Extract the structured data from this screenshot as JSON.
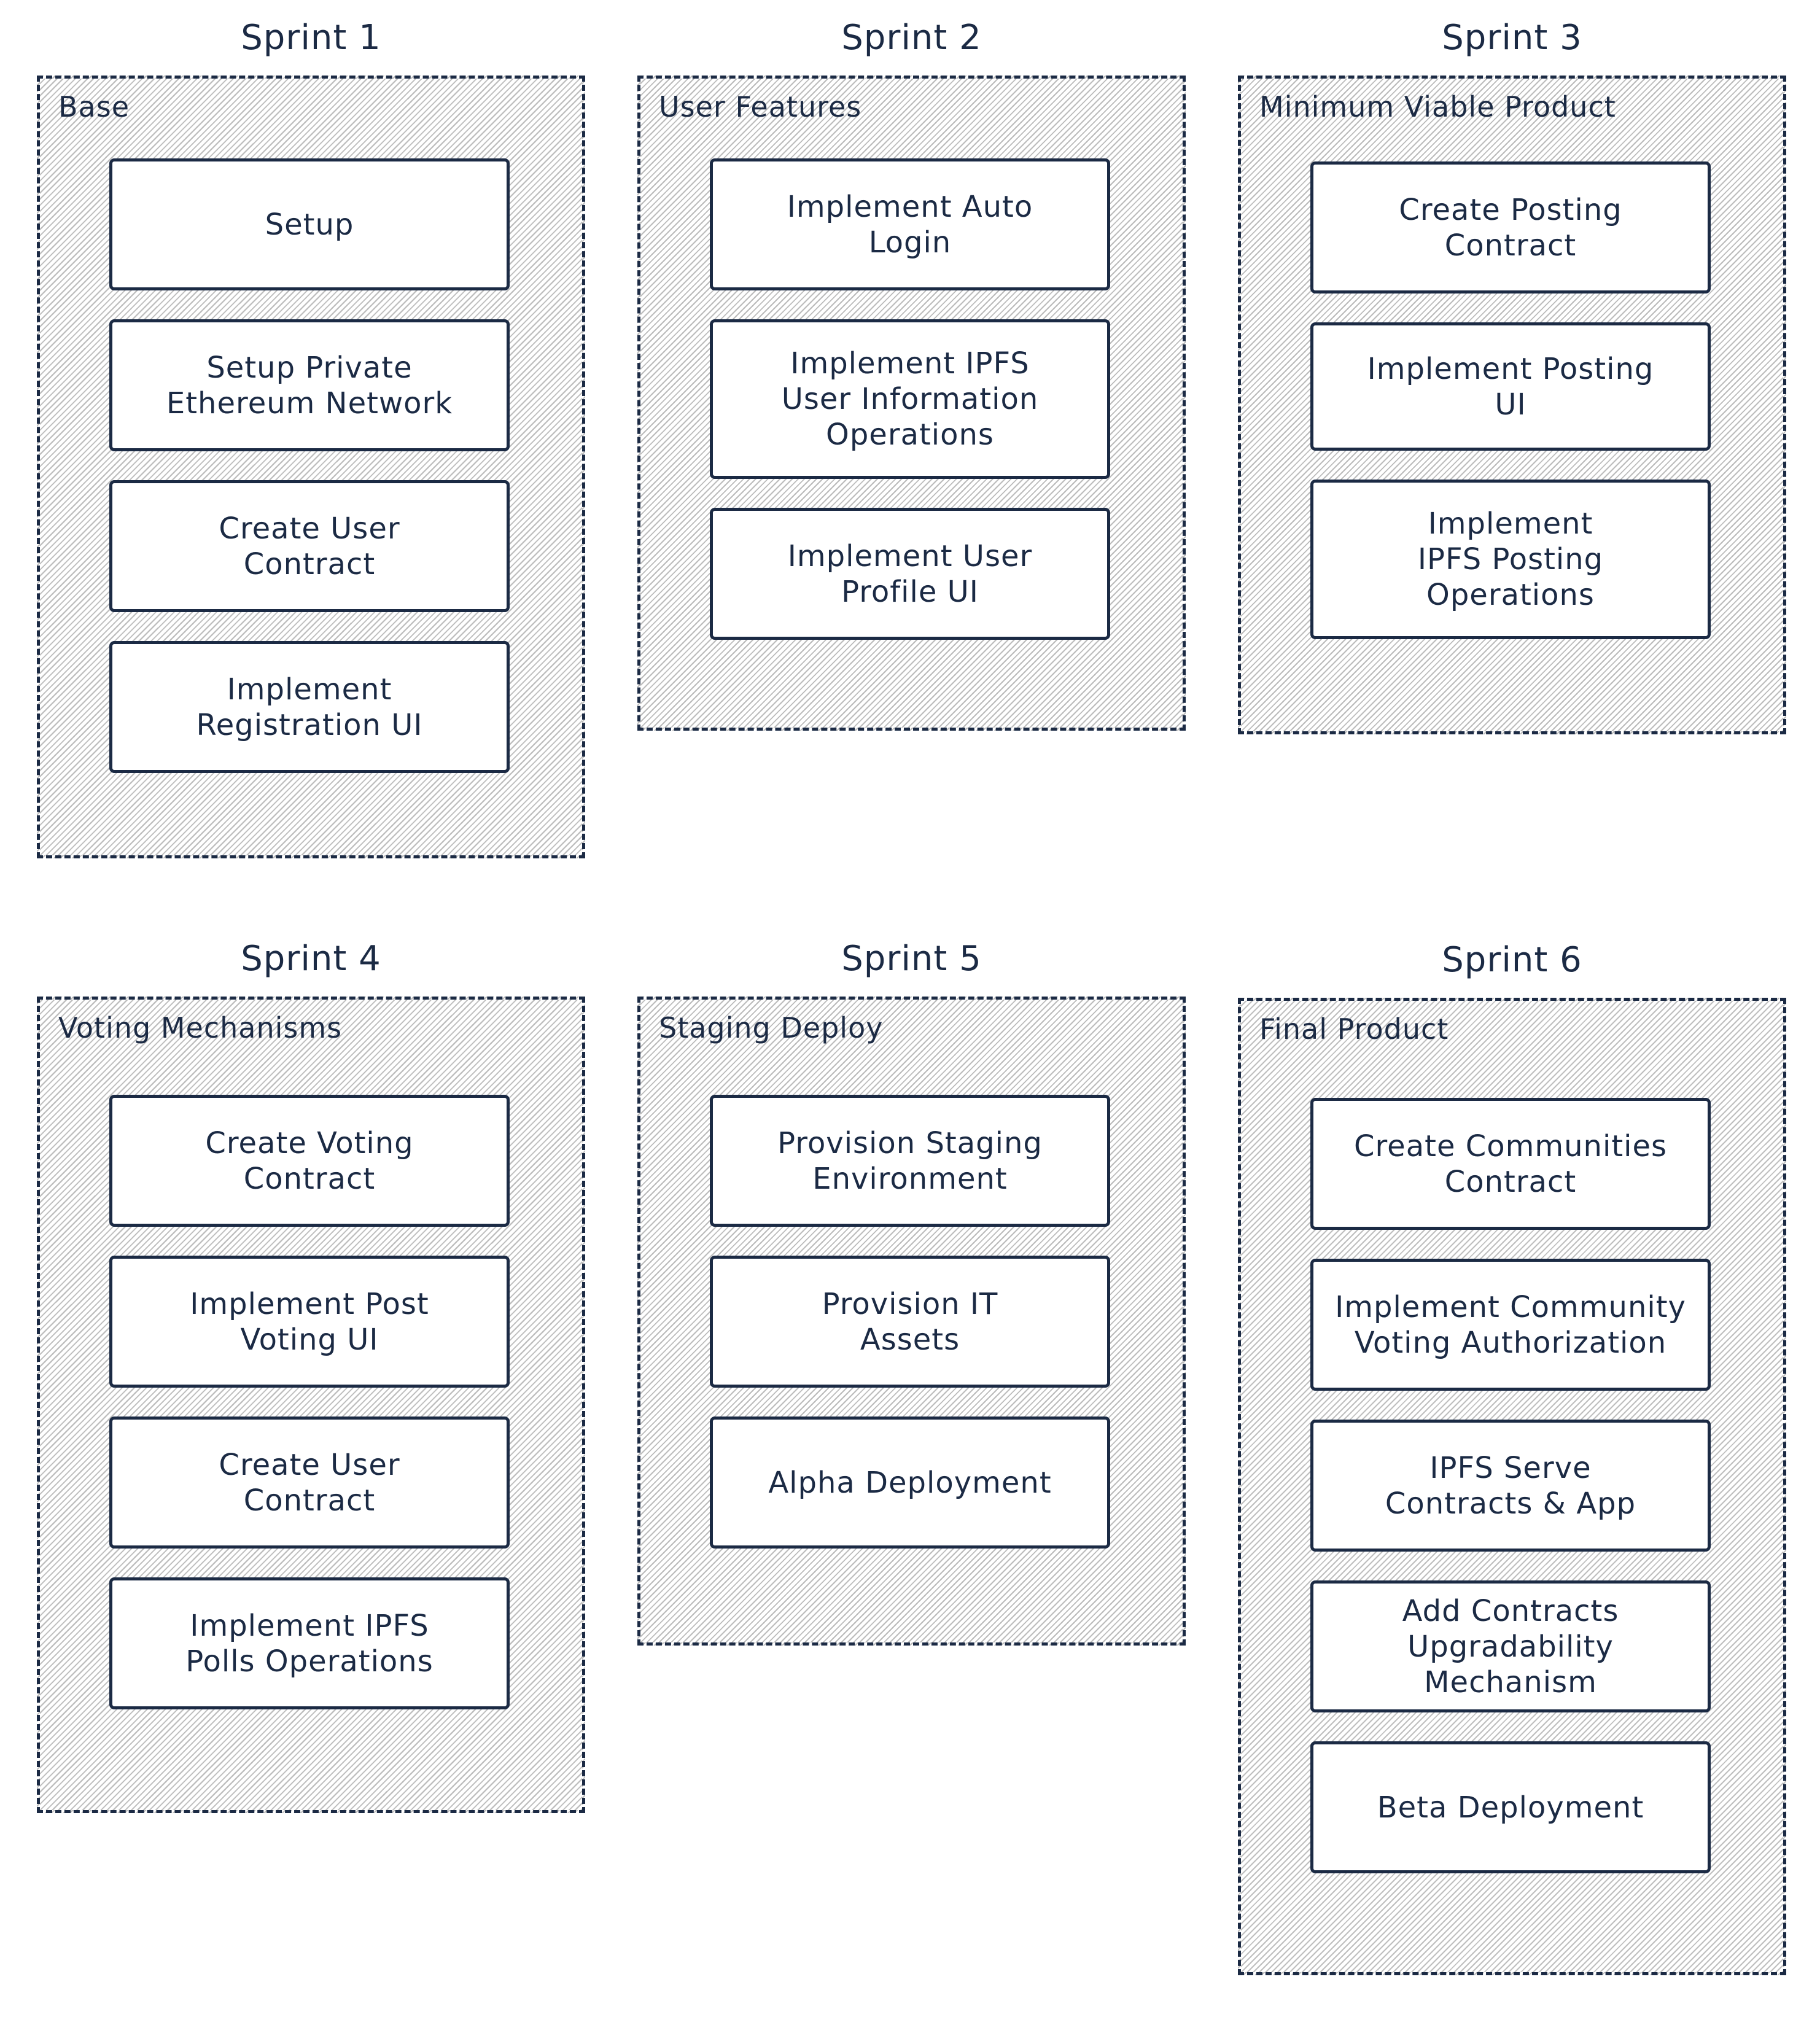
{
  "sprints": [
    {
      "title": "Sprint 1",
      "container_label": "Base",
      "tasks": [
        "Setup",
        "Setup Private\nEthereum Network",
        "Create User\nContract",
        "Implement\nRegistration UI"
      ]
    },
    {
      "title": "Sprint 2",
      "container_label": "User Features",
      "tasks": [
        "Implement Auto\nLogin",
        "Implement IPFS\nUser Information\nOperations",
        "Implement User\nProfile UI"
      ]
    },
    {
      "title": "Sprint 3",
      "container_label": "Minimum Viable Product",
      "tasks": [
        "Create Posting\nContract",
        "Implement Posting\nUI",
        "Implement\nIPFS Posting\nOperations"
      ]
    },
    {
      "title": "Sprint 4",
      "container_label": "Voting Mechanisms",
      "tasks": [
        "Create Voting\nContract",
        "Implement Post\nVoting UI",
        "Create User\nContract",
        "Implement IPFS\nPolls Operations"
      ]
    },
    {
      "title": "Sprint 5",
      "container_label": "Staging Deploy",
      "tasks": [
        "Provision Staging\nEnvironment",
        "Provision IT\nAssets",
        "Alpha Deployment"
      ]
    },
    {
      "title": "Sprint 6",
      "container_label": "Final Product",
      "tasks": [
        "Create Communities\nContract",
        "Implement Community\nVoting Authorization",
        "IPFS Serve\nContracts & App",
        "Add Contracts\nUpgradability Mechanism",
        "Beta Deployment"
      ]
    }
  ],
  "colors": {
    "ink": "#1b2a44",
    "hatch": "#bcbcbc",
    "background": "#ffffff"
  }
}
